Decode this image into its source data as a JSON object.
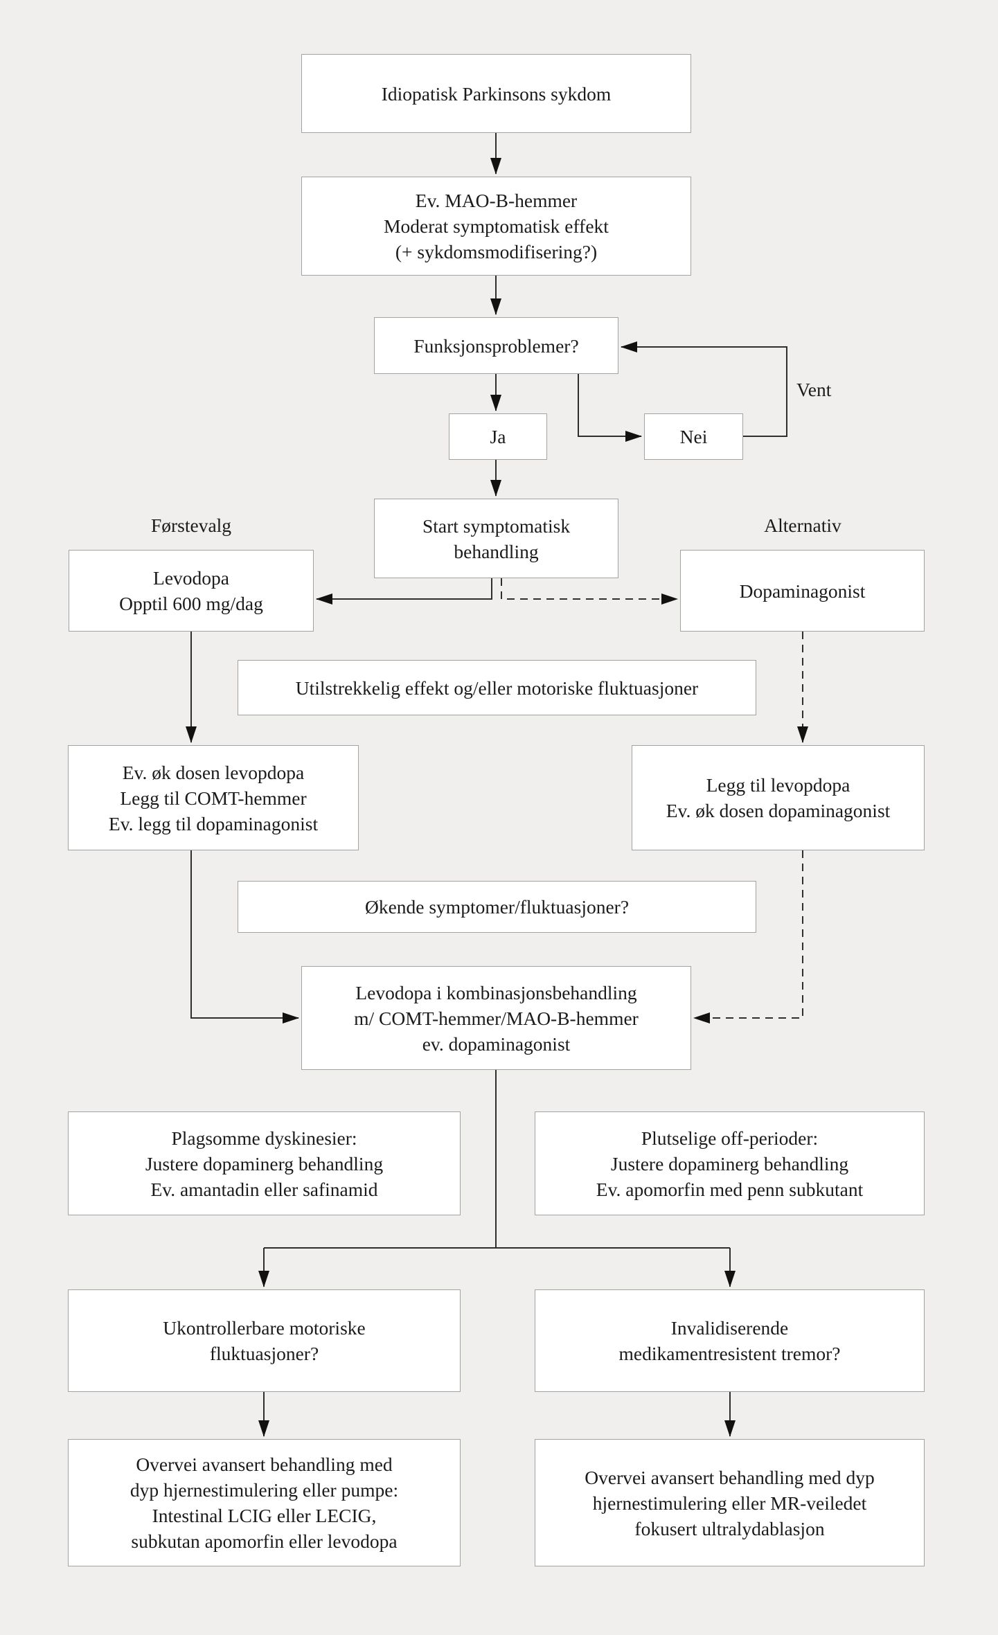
{
  "colors": {
    "background": "#f0efed",
    "node_fill": "#ffffff",
    "node_border": "#a2a2a0",
    "connector": "#2e2e2c",
    "text": "#1b1b1b"
  },
  "nodes": {
    "idiopatisk": {
      "lines": [
        "Idiopatisk Parkinsons sykdom"
      ]
    },
    "maob": {
      "lines": [
        "Ev. MAO-B-hemmer",
        "Moderat symptomatisk effekt",
        "(+ sykdomsmodifisering?)"
      ]
    },
    "funksjon": {
      "lines": [
        "Funksjonsproblemer?"
      ]
    },
    "ja": {
      "lines": [
        "Ja"
      ]
    },
    "nei": {
      "lines": [
        "Nei"
      ]
    },
    "start": {
      "lines": [
        "Start symptomatisk",
        "behandling"
      ]
    },
    "levodopa": {
      "lines": [
        "Levodopa",
        "Opptil 600 mg/dag"
      ]
    },
    "dopaminagonist": {
      "lines": [
        "Dopaminagonist"
      ]
    },
    "utilstrekkelig": {
      "lines": [
        "Utilstrekkelig effekt og/eller motoriske fluktuasjoner"
      ]
    },
    "evok": {
      "lines": [
        "Ev. øk dosen levopdopa",
        "Legg til COMT-hemmer",
        "Ev. legg til dopaminagonist"
      ]
    },
    "leggtil": {
      "lines": [
        "Legg til levopdopa",
        "Ev. øk dosen dopaminagonist"
      ]
    },
    "okende": {
      "lines": [
        "Økende symptomer/fluktuasjoner?"
      ]
    },
    "kombinasjon": {
      "lines": [
        "Levodopa i kombinasjonsbehandling",
        "m/ COMT-hemmer/MAO-B-hemmer",
        "ev. dopaminagonist"
      ]
    },
    "plagsomme": {
      "lines": [
        "Plagsomme dyskinesier:",
        "Justere dopaminerg behandling",
        "Ev. amantadin eller safinamid"
      ]
    },
    "plutselige": {
      "lines": [
        "Plutselige off-perioder:",
        "Justere dopaminerg behandling",
        "Ev. apomorfin med penn subkutant"
      ]
    },
    "ukontrollerbare": {
      "lines": [
        "Ukontrollerbare motoriske",
        "fluktuasjoner?"
      ]
    },
    "invalidiserende": {
      "lines": [
        "Invalidiserende",
        "medikamentresistent tremor?"
      ]
    },
    "overvei_venstre": {
      "lines": [
        "Overvei avansert behandling med",
        "dyp hjernestimulering eller pumpe:",
        "Intestinal LCIG eller LECIG,",
        "subkutan apomorfin eller levodopa"
      ]
    },
    "overvei_hoyre": {
      "lines": [
        "Overvei avansert behandling med dyp",
        "hjernestimulering eller MR-veiledet",
        "fokusert ultralydablasjon"
      ]
    }
  },
  "labels": {
    "forstevalg": "Førstevalg",
    "alternativ": "Alternativ",
    "vent": "Vent"
  }
}
